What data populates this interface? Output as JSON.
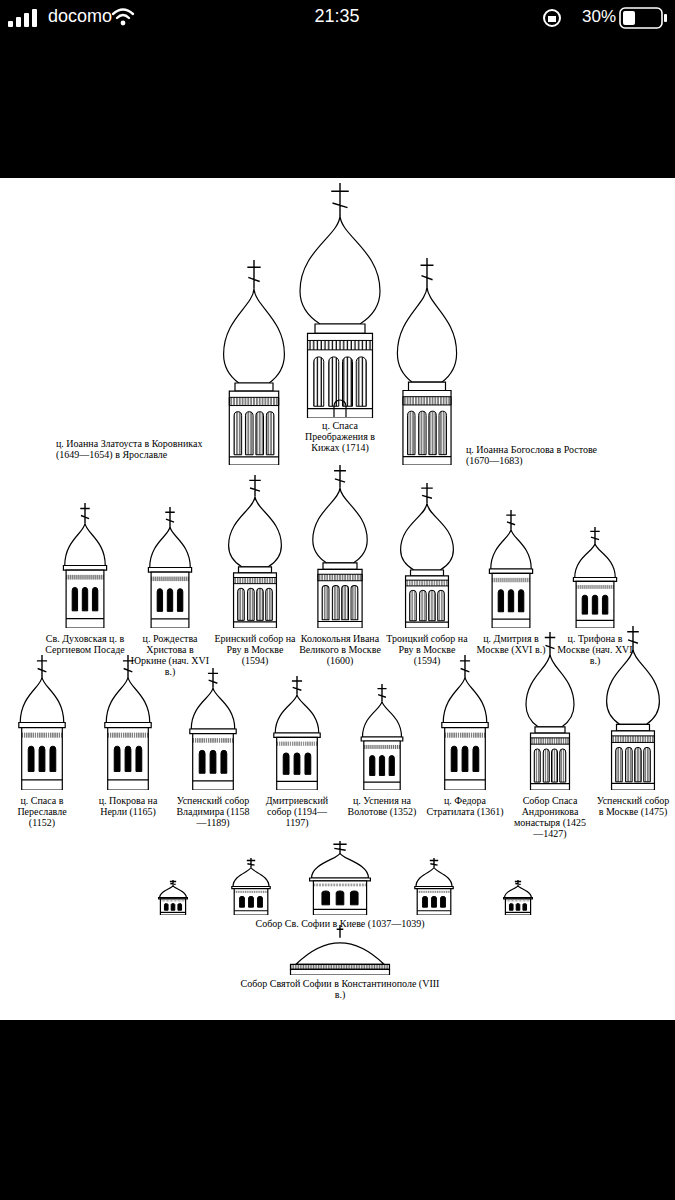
{
  "diagram": {
    "labels": [
      "docomo",
      "21:35",
      "30%",
      "ц. Иоанна Златоуста в Коровниках (1649—1654) в Ярославле",
      "ц. Спаса Преображения в Кижах (1714)",
      "ц. Иоанна Богослова в Ростове (1670—1683)",
      "Св. Духовская ц. в Сергиевом Посаде",
      "ц. Рождества Христова в Юркине (нач. XVI в.)",
      "Еринский собор на Рву в Москве (1594)",
      "Колокольня Ивана Великого в Москве (1600)",
      "Троицкий собор на Рву в Москве (1594)",
      "ц. Дмитрия в Москве (XVI в.)",
      "ц. Трифона в Москве (нач. XVI в.)",
      "ц. Спаса в Переславле (1152)",
      "ц. Покрова на Нерли (1165)",
      "Успенский собор Владимира (1158—1189)",
      "Дмитриевский собор (1194—1197)",
      "ц. Успения на Волотове (1352)",
      "ц. Федора Стратилата (1361)",
      "Собор Спаса Андроникова монастыря (1425—1427)",
      "Успенский собор в Москве (1475)",
      "Собор Св. Софии в Киеве (1037—1039)",
      "Собор Святой Софии в Константинополе (VIII в.)"
    ]
  }
}
